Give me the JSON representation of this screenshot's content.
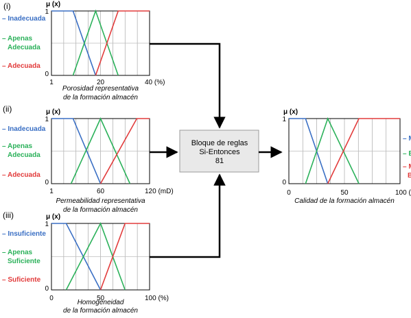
{
  "colors": {
    "blue": "#3a6fc4",
    "green": "#2bb15a",
    "red": "#e23b3b",
    "grid": "#9a9a9a",
    "mid": "#bdbdbd",
    "box_fill": "#e9e9e9",
    "box_stroke": "#9a9a9a",
    "arrow": "#000000"
  },
  "mu_label": "μ (x)",
  "panels": [
    {
      "id": "p1",
      "roman": "(i)",
      "caption": [
        "Porosidad representativa",
        "de la formación almacén"
      ],
      "ticks": [
        "1",
        "20",
        "40 (%)"
      ],
      "y_top": "1",
      "y_bottom": "0",
      "labels": [
        {
          "lines": [
            "Inadecuada"
          ],
          "color": "blue"
        },
        {
          "lines": [
            "Apenas",
            "Adecuada"
          ],
          "color": "green"
        },
        {
          "lines": [
            "Adecuada"
          ],
          "color": "red"
        }
      ],
      "mf": [
        {
          "color": "blue",
          "pts": [
            [
              0,
              1
            ],
            [
              0.22,
              1
            ],
            [
              0.45,
              0
            ]
          ]
        },
        {
          "color": "green",
          "pts": [
            [
              0.22,
              0
            ],
            [
              0.45,
              1
            ],
            [
              0.68,
              0
            ]
          ]
        },
        {
          "color": "red",
          "pts": [
            [
              0.45,
              0
            ],
            [
              0.68,
              1
            ],
            [
              1,
              1
            ]
          ]
        }
      ]
    },
    {
      "id": "p2",
      "roman": "(ii)",
      "caption": [
        "Permeabilidad representativa",
        "de la formación almacén"
      ],
      "ticks": [
        "1",
        "60",
        "120 (mD)"
      ],
      "y_top": "1",
      "y_bottom": "0",
      "labels": [
        {
          "lines": [
            "Inadecuada"
          ],
          "color": "blue"
        },
        {
          "lines": [
            "Apenas",
            "Adecuada"
          ],
          "color": "green"
        },
        {
          "lines": [
            "Adecuada"
          ],
          "color": "red"
        }
      ],
      "mf": [
        {
          "color": "blue",
          "pts": [
            [
              0,
              1
            ],
            [
              0.22,
              1
            ],
            [
              0.5,
              0
            ]
          ]
        },
        {
          "color": "green",
          "pts": [
            [
              0.2,
              0
            ],
            [
              0.5,
              1
            ],
            [
              0.8,
              0
            ]
          ]
        },
        {
          "color": "red",
          "pts": [
            [
              0.5,
              0
            ],
            [
              0.87,
              1
            ],
            [
              1,
              1
            ]
          ]
        }
      ]
    },
    {
      "id": "p3",
      "roman": "(iii)",
      "caption": [
        "Homogeneidad",
        "de la formación almacén"
      ],
      "ticks": [
        "0",
        "50",
        "100 (%)"
      ],
      "y_top": "1",
      "y_bottom": "0",
      "labels": [
        {
          "lines": [
            "Insuficiente"
          ],
          "color": "blue"
        },
        {
          "lines": [
            "Apenas",
            "Suficiente"
          ],
          "color": "green"
        },
        {
          "lines": [
            "Suficiente"
          ],
          "color": "red"
        }
      ],
      "mf": [
        {
          "color": "blue",
          "pts": [
            [
              0,
              1
            ],
            [
              0.15,
              1
            ],
            [
              0.5,
              0
            ]
          ]
        },
        {
          "color": "green",
          "pts": [
            [
              0.15,
              0
            ],
            [
              0.5,
              1
            ],
            [
              0.75,
              0
            ]
          ]
        },
        {
          "color": "red",
          "pts": [
            [
              0.5,
              0
            ],
            [
              0.75,
              1
            ],
            [
              1,
              1
            ]
          ]
        }
      ]
    },
    {
      "id": "out",
      "roman": "",
      "caption": [
        "Calidad de la formación almacén"
      ],
      "ticks": [
        "0",
        "50",
        "100 (%)"
      ],
      "y_top": "1",
      "y_bottom": "0",
      "labels": [
        {
          "lines": [
            "Mala"
          ],
          "color": "blue"
        },
        {
          "lines": [
            "Buena"
          ],
          "color": "green"
        },
        {
          "lines": [
            "Muy",
            "Buena"
          ],
          "color": "red"
        }
      ],
      "mf": [
        {
          "color": "blue",
          "pts": [
            [
              0,
              1
            ],
            [
              0.15,
              1
            ],
            [
              0.35,
              0
            ]
          ]
        },
        {
          "color": "green",
          "pts": [
            [
              0.15,
              0
            ],
            [
              0.35,
              1
            ],
            [
              0.63,
              0
            ]
          ]
        },
        {
          "color": "red",
          "pts": [
            [
              0.35,
              0
            ],
            [
              0.63,
              1
            ],
            [
              1,
              1
            ]
          ]
        }
      ]
    }
  ],
  "rule_box": [
    "Bloque de reglas",
    "Si-Entonces",
    "81"
  ]
}
